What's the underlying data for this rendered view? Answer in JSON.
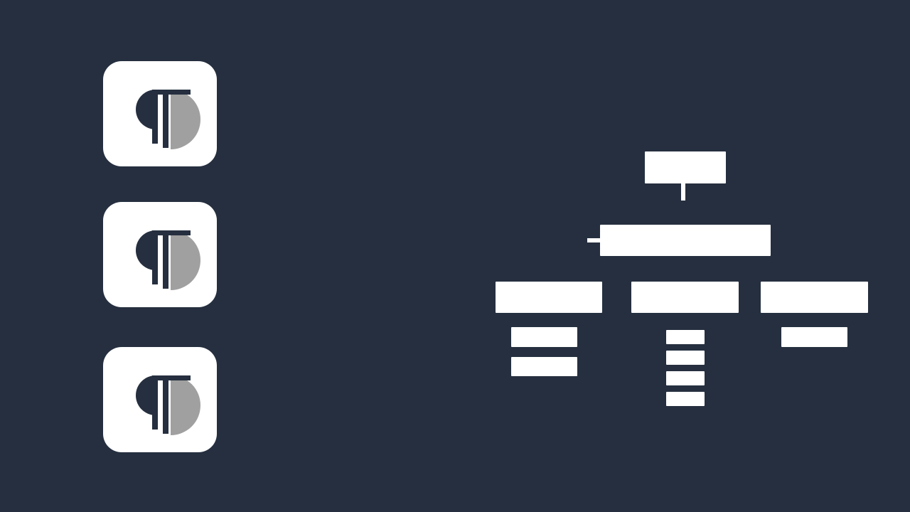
{
  "icons": [
    {
      "name": "paragraph-pilcrow-icon"
    },
    {
      "name": "paragraph-pilcrow-icon"
    },
    {
      "name": "paragraph-pilcrow-icon"
    }
  ],
  "colors": {
    "background": "#252f3f",
    "tile": "#ffffff",
    "glyph_dark": "#252f3f",
    "glyph_shade": "#a0a0a0",
    "diagram_blocks": "#ffffff"
  },
  "diagram": {
    "levels": 4,
    "top_nodes": 1,
    "second_level_nodes": 1,
    "third_level_nodes": 3,
    "children_per_column": [
      2,
      4,
      1
    ]
  }
}
